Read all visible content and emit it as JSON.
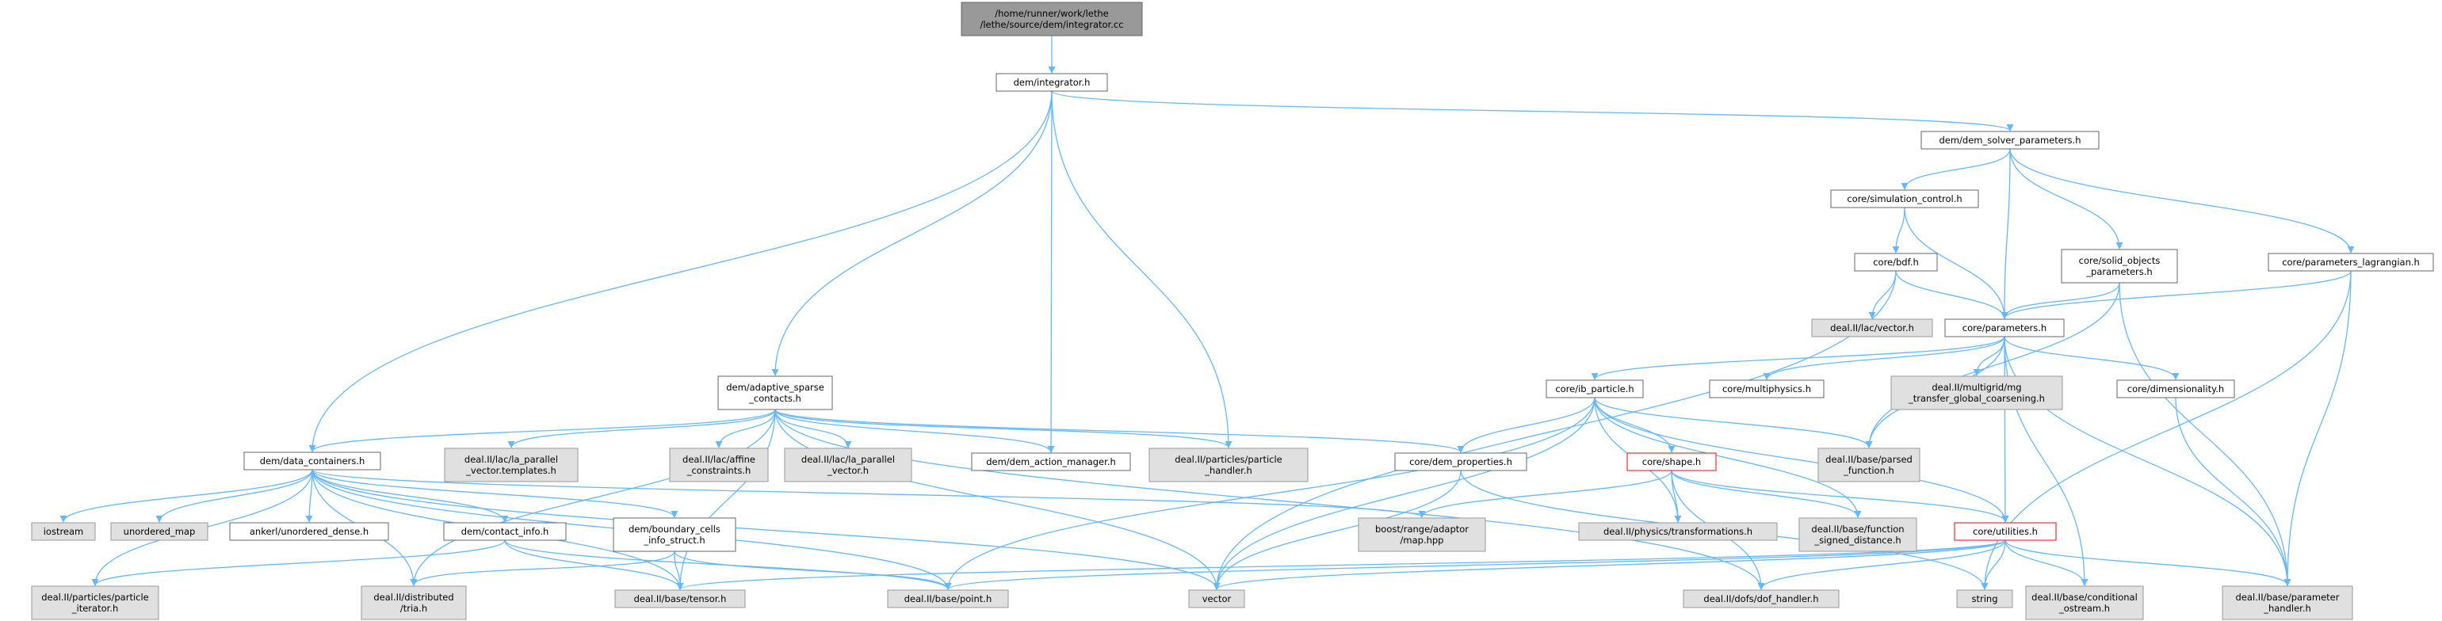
{
  "colors": {
    "edge": "#63b8ff",
    "root_fill": "#999999",
    "header_fill": "#ffffff",
    "system_fill": "#e0e0e0",
    "border": "#666666",
    "truncated_border": "#ff0000",
    "text": "#000000"
  },
  "nodes": [
    {
      "id": "root",
      "kind": "root",
      "lines": [
        "/home/runner/work/lethe",
        "/lethe/source/dem/integrator.cc"
      ]
    },
    {
      "id": "integrator",
      "kind": "header",
      "lines": [
        "dem/integrator.h"
      ]
    },
    {
      "id": "dem_solver_params",
      "kind": "header",
      "lines": [
        "dem/dem_solver_parameters.h"
      ]
    },
    {
      "id": "sim_control",
      "kind": "header",
      "lines": [
        "core/simulation_control.h"
      ]
    },
    {
      "id": "solid_objects",
      "kind": "header",
      "lines": [
        "core/solid_objects",
        "_parameters.h"
      ]
    },
    {
      "id": "params_lagrangian",
      "kind": "header",
      "lines": [
        "core/parameters_lagrangian.h"
      ]
    },
    {
      "id": "bdf",
      "kind": "header",
      "lines": [
        "core/bdf.h"
      ]
    },
    {
      "id": "lac_vector",
      "kind": "system",
      "lines": [
        "deal.II/lac/vector.h"
      ]
    },
    {
      "id": "parameters",
      "kind": "header",
      "lines": [
        "core/parameters.h"
      ]
    },
    {
      "id": "adaptive_sparse",
      "kind": "header",
      "lines": [
        "dem/adaptive_sparse",
        "_contacts.h"
      ]
    },
    {
      "id": "ib_particle",
      "kind": "header",
      "lines": [
        "core/ib_particle.h"
      ]
    },
    {
      "id": "multiphysics",
      "kind": "header",
      "lines": [
        "core/multiphysics.h"
      ]
    },
    {
      "id": "mg_transfer",
      "kind": "system",
      "lines": [
        "deal.II/multigrid/mg",
        "_transfer_global_coarsening.h"
      ]
    },
    {
      "id": "dimensionality",
      "kind": "header",
      "lines": [
        "core/dimensionality.h"
      ]
    },
    {
      "id": "data_containers",
      "kind": "header",
      "lines": [
        "dem/data_containers.h"
      ]
    },
    {
      "id": "la_parallel_templates",
      "kind": "system",
      "lines": [
        "deal.II/lac/la_parallel",
        "_vector.templates.h"
      ]
    },
    {
      "id": "affine",
      "kind": "system",
      "lines": [
        "deal.II/lac/affine",
        "_constraints.h"
      ]
    },
    {
      "id": "la_parallel_vector",
      "kind": "system",
      "lines": [
        "deal.II/lac/la_parallel",
        "_vector.h"
      ]
    },
    {
      "id": "action_manager",
      "kind": "header",
      "lines": [
        "dem/dem_action_manager.h"
      ]
    },
    {
      "id": "particle_handler",
      "kind": "system",
      "lines": [
        "deal.II/particles/particle",
        "_handler.h"
      ]
    },
    {
      "id": "dem_properties",
      "kind": "header",
      "lines": [
        "core/dem_properties.h"
      ]
    },
    {
      "id": "shape",
      "kind": "truncated",
      "lines": [
        "core/shape.h"
      ]
    },
    {
      "id": "parsed_function",
      "kind": "system",
      "lines": [
        "deal.II/base/parsed",
        "_function.h"
      ]
    },
    {
      "id": "iostream",
      "kind": "system",
      "lines": [
        "iostream"
      ]
    },
    {
      "id": "unordered_map",
      "kind": "system",
      "lines": [
        "unordered_map"
      ]
    },
    {
      "id": "ankerl",
      "kind": "header",
      "lines": [
        "ankerl/unordered_dense.h"
      ]
    },
    {
      "id": "contact_info",
      "kind": "header",
      "lines": [
        "dem/contact_info.h"
      ]
    },
    {
      "id": "boundary_cells",
      "kind": "header",
      "lines": [
        "dem/boundary_cells",
        "_info_struct.h"
      ]
    },
    {
      "id": "boost_map",
      "kind": "system",
      "lines": [
        "boost/range/adaptor",
        "/map.hpp"
      ]
    },
    {
      "id": "transformations",
      "kind": "system",
      "lines": [
        "deal.II/physics/transformations.h"
      ]
    },
    {
      "id": "function_sd",
      "kind": "system",
      "lines": [
        "deal.II/base/function",
        "_signed_distance.h"
      ]
    },
    {
      "id": "utilities",
      "kind": "truncated",
      "lines": [
        "core/utilities.h"
      ]
    },
    {
      "id": "particle_iterator",
      "kind": "system",
      "lines": [
        "deal.II/particles/particle",
        "_iterator.h"
      ]
    },
    {
      "id": "tria",
      "kind": "system",
      "lines": [
        "deal.II/distributed",
        "/tria.h"
      ]
    },
    {
      "id": "tensor",
      "kind": "system",
      "lines": [
        "deal.II/base/tensor.h"
      ]
    },
    {
      "id": "point",
      "kind": "system",
      "lines": [
        "deal.II/base/point.h"
      ]
    },
    {
      "id": "vector",
      "kind": "system",
      "lines": [
        "vector"
      ]
    },
    {
      "id": "dof_handler",
      "kind": "system",
      "lines": [
        "deal.II/dofs/dof_handler.h"
      ]
    },
    {
      "id": "string",
      "kind": "system",
      "lines": [
        "string"
      ]
    },
    {
      "id": "cond_ostream",
      "kind": "system",
      "lines": [
        "deal.II/base/conditional",
        "_ostream.h"
      ]
    },
    {
      "id": "param_handler",
      "kind": "system",
      "lines": [
        "deal.II/base/parameter",
        "_handler.h"
      ]
    }
  ],
  "edges": [
    [
      "root",
      "integrator"
    ],
    [
      "integrator",
      "dem_solver_params"
    ],
    [
      "integrator",
      "data_containers"
    ],
    [
      "integrator",
      "adaptive_sparse"
    ],
    [
      "integrator",
      "action_manager"
    ],
    [
      "integrator",
      "particle_handler"
    ],
    [
      "dem_solver_params",
      "sim_control"
    ],
    [
      "dem_solver_params",
      "solid_objects"
    ],
    [
      "dem_solver_params",
      "params_lagrangian"
    ],
    [
      "dem_solver_params",
      "parameters"
    ],
    [
      "sim_control",
      "bdf"
    ],
    [
      "sim_control",
      "parameters"
    ],
    [
      "bdf",
      "lac_vector"
    ],
    [
      "bdf",
      "parameters"
    ],
    [
      "bdf",
      "vector"
    ],
    [
      "solid_objects",
      "parameters"
    ],
    [
      "solid_objects",
      "parsed_function"
    ],
    [
      "solid_objects",
      "param_handler"
    ],
    [
      "params_lagrangian",
      "parameters"
    ],
    [
      "params_lagrangian",
      "string"
    ],
    [
      "params_lagrangian",
      "param_handler"
    ],
    [
      "parameters",
      "ib_particle"
    ],
    [
      "parameters",
      "multiphysics"
    ],
    [
      "parameters",
      "mg_transfer"
    ],
    [
      "parameters",
      "dimensionality"
    ],
    [
      "parameters",
      "parsed_function"
    ],
    [
      "parameters",
      "utilities"
    ],
    [
      "parameters",
      "cond_ostream"
    ],
    [
      "parameters",
      "param_handler"
    ],
    [
      "dimensionality",
      "param_handler"
    ],
    [
      "ib_particle",
      "dem_properties"
    ],
    [
      "ib_particle",
      "shape"
    ],
    [
      "ib_particle",
      "parsed_function"
    ],
    [
      "ib_particle",
      "transformations"
    ],
    [
      "ib_particle",
      "function_sd"
    ],
    [
      "ib_particle",
      "utilities"
    ],
    [
      "ib_particle",
      "point"
    ],
    [
      "ib_particle",
      "vector"
    ],
    [
      "adaptive_sparse",
      "data_containers"
    ],
    [
      "adaptive_sparse",
      "la_parallel_templates"
    ],
    [
      "adaptive_sparse",
      "affine"
    ],
    [
      "adaptive_sparse",
      "la_parallel_vector"
    ],
    [
      "adaptive_sparse",
      "action_manager"
    ],
    [
      "adaptive_sparse",
      "particle_handler"
    ],
    [
      "adaptive_sparse",
      "dem_properties"
    ],
    [
      "adaptive_sparse",
      "tria"
    ],
    [
      "adaptive_sparse",
      "tensor"
    ],
    [
      "adaptive_sparse",
      "vector"
    ],
    [
      "adaptive_sparse",
      "dof_handler"
    ],
    [
      "dem_properties",
      "vector"
    ],
    [
      "dem_properties",
      "string"
    ],
    [
      "shape",
      "boost_map"
    ],
    [
      "shape",
      "transformations"
    ],
    [
      "shape",
      "function_sd"
    ],
    [
      "shape",
      "utilities"
    ],
    [
      "shape",
      "dof_handler"
    ],
    [
      "utilities",
      "tensor"
    ],
    [
      "utilities",
      "point"
    ],
    [
      "utilities",
      "vector"
    ],
    [
      "utilities",
      "dof_handler"
    ],
    [
      "utilities",
      "string"
    ],
    [
      "utilities",
      "cond_ostream"
    ],
    [
      "utilities",
      "param_handler"
    ],
    [
      "data_containers",
      "iostream"
    ],
    [
      "data_containers",
      "unordered_map"
    ],
    [
      "data_containers",
      "ankerl"
    ],
    [
      "data_containers",
      "contact_info"
    ],
    [
      "data_containers",
      "boundary_cells"
    ],
    [
      "data_containers",
      "boost_map"
    ],
    [
      "data_containers",
      "particle_iterator"
    ],
    [
      "data_containers",
      "tria"
    ],
    [
      "data_containers",
      "tensor"
    ],
    [
      "data_containers",
      "point"
    ],
    [
      "data_containers",
      "vector"
    ],
    [
      "contact_info",
      "particle_iterator"
    ],
    [
      "contact_info",
      "tensor"
    ],
    [
      "contact_info",
      "point"
    ],
    [
      "boundary_cells",
      "tria"
    ],
    [
      "boundary_cells",
      "tensor"
    ],
    [
      "boundary_cells",
      "point"
    ]
  ]
}
